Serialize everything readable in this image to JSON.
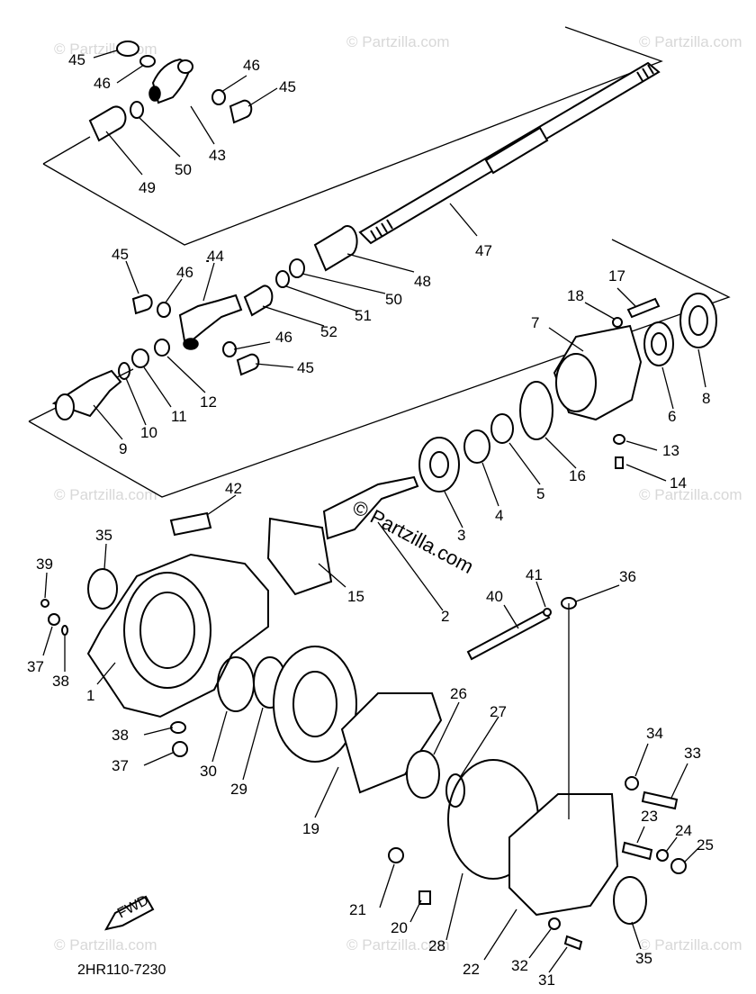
{
  "watermark": {
    "center_text": "© Partzilla.com",
    "faint_text": "© Partzilla.com"
  },
  "diagram_code": "2HR110-7230",
  "fwd_badge": "FWD",
  "callouts": [
    {
      "id": "c45a",
      "text": "45"
    },
    {
      "id": "c46a",
      "text": "46"
    },
    {
      "id": "c46b",
      "text": "46"
    },
    {
      "id": "c45b",
      "text": "45"
    },
    {
      "id": "c43",
      "text": "43"
    },
    {
      "id": "c49",
      "text": "49"
    },
    {
      "id": "c50a",
      "text": "50"
    },
    {
      "id": "c47",
      "text": "47"
    },
    {
      "id": "c48",
      "text": "48"
    },
    {
      "id": "c50b",
      "text": "50"
    },
    {
      "id": "c51",
      "text": "51"
    },
    {
      "id": "c52",
      "text": "52"
    },
    {
      "id": "c45c",
      "text": "45"
    },
    {
      "id": "c46c",
      "text": "46"
    },
    {
      "id": "c44",
      "text": "44"
    },
    {
      "id": "c46d",
      "text": "46"
    },
    {
      "id": "c45d",
      "text": "45"
    },
    {
      "id": "c12",
      "text": "12"
    },
    {
      "id": "c11",
      "text": "11"
    },
    {
      "id": "c10",
      "text": "10"
    },
    {
      "id": "c9",
      "text": "9"
    },
    {
      "id": "c17",
      "text": "17"
    },
    {
      "id": "c18",
      "text": "18"
    },
    {
      "id": "c7",
      "text": "7"
    },
    {
      "id": "c8",
      "text": "8"
    },
    {
      "id": "c6",
      "text": "6"
    },
    {
      "id": "c13",
      "text": "13"
    },
    {
      "id": "c14",
      "text": "14"
    },
    {
      "id": "c16",
      "text": "16"
    },
    {
      "id": "c5",
      "text": "5"
    },
    {
      "id": "c4",
      "text": "4"
    },
    {
      "id": "c3",
      "text": "3"
    },
    {
      "id": "c2",
      "text": "2"
    },
    {
      "id": "c42",
      "text": "42"
    },
    {
      "id": "c35a",
      "text": "35"
    },
    {
      "id": "c39",
      "text": "39"
    },
    {
      "id": "c37a",
      "text": "37"
    },
    {
      "id": "c38a",
      "text": "38"
    },
    {
      "id": "c1",
      "text": "1"
    },
    {
      "id": "c15",
      "text": "15"
    },
    {
      "id": "c41",
      "text": "41"
    },
    {
      "id": "c36",
      "text": "36"
    },
    {
      "id": "c40",
      "text": "40"
    },
    {
      "id": "c38b",
      "text": "38"
    },
    {
      "id": "c37b",
      "text": "37"
    },
    {
      "id": "c30",
      "text": "30"
    },
    {
      "id": "c29",
      "text": "29"
    },
    {
      "id": "c26",
      "text": "26"
    },
    {
      "id": "c27",
      "text": "27"
    },
    {
      "id": "c19",
      "text": "19"
    },
    {
      "id": "c34",
      "text": "34"
    },
    {
      "id": "c33",
      "text": "33"
    },
    {
      "id": "c23",
      "text": "23"
    },
    {
      "id": "c24",
      "text": "24"
    },
    {
      "id": "c25",
      "text": "25"
    },
    {
      "id": "c21",
      "text": "21"
    },
    {
      "id": "c20",
      "text": "20"
    },
    {
      "id": "c28",
      "text": "28"
    },
    {
      "id": "c22",
      "text": "22"
    },
    {
      "id": "c32",
      "text": "32"
    },
    {
      "id": "c31",
      "text": "31"
    },
    {
      "id": "c35b",
      "text": "35"
    }
  ]
}
